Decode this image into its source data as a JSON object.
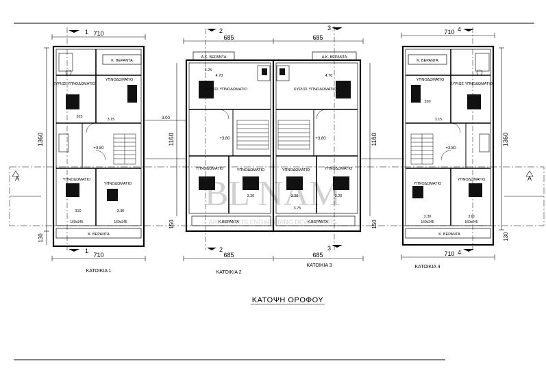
{
  "drawing_title": "ΚΑΤΟΨΗ ΟΡΟΦΟΥ",
  "watermark": "BL NAM",
  "watermark_sub": "ARCHITECTS ENGINEERING DEVELOPERS",
  "section_marks": {
    "one": "1",
    "two": "2",
    "three": "3",
    "four": "4",
    "a": "A"
  },
  "units": [
    {
      "label": "ΚΑΤΟΙΚΙΑ 1",
      "width_dim": "710",
      "depth_dim": "1360",
      "bottom_dim": "130",
      "veranda_top": "Κ. ΒΕΡΑΝΤΑ",
      "veranda_bottom": "Κ. ΒΕΡΑΝΤΑ",
      "master": "ΚΥΡΙΩΣ ΥΠΝΟΔΩΜΑΤΙΟ",
      "bed_top": "ΥΠΝΟΔΩΜΑΤΙΟ",
      "bed_bottom_left": "ΥΠΝΟΔΩΜΑΤΙΟ",
      "bed_bottom_right": "ΥΠΝΟΔΩΜΑΤΙΟ",
      "level": "+3.80",
      "opening1": "160x245",
      "opening2": "160x245",
      "d1": "325",
      "d2": "3.15",
      "d3": "310",
      "d4": "3.30"
    },
    {
      "label": "ΚΑΤΟΙΚΙΑ 2",
      "width_dim": "685",
      "depth_dim": "1160",
      "bottom_dim": "150",
      "veranda_top": "Α.Κ. ΒΕΡΑΝΤΑ",
      "veranda_bottom": "Κ.ΒΕΡΑΝΤΑ",
      "master": "ΚΥΡΙΩΣ ΥΠΝΟΔΩΜΑΤΙΟ",
      "bed_bottom_left": "ΥΠΝΟΔΩΜΑΤΙΟ",
      "bed_bottom_right": "ΥΠΝΟΔΩΜΑΤΙΟ",
      "level": "+3.80",
      "d1": "3.25",
      "d2": "4.70",
      "d3": "3.00",
      "d4": "3.20"
    },
    {
      "label": "ΚΑΤΟΙΚΙΑ 3",
      "width_dim": "685",
      "depth_dim": "1160",
      "bottom_dim": "150",
      "veranda_top": "Α.Κ. ΒΕΡΑΝΤΑ",
      "veranda_bottom": "Κ.ΒΕΡΑΝΤΑ",
      "master": "ΚΥΡΙΩΣ ΥΠΝΟΔΩΜΑΤΙΟ",
      "bed_bottom_left": "ΥΠΝΟΔΩΜΑΤΙΟ",
      "bed_bottom_right": "ΥΠΝΟΔΩΜΑΤΙΟ",
      "level": "+3.80",
      "d1": "4.70",
      "d2": "3.20",
      "d3": "3.75",
      "d4": "3.20"
    },
    {
      "label": "ΚΑΤΟΙΚΙΑ 4",
      "width_dim": "710",
      "depth_dim": "1360",
      "bottom_dim": "130",
      "veranda_top": "Κ. ΒΕΡΑΝΤΑ",
      "veranda_bottom": "Κ. ΒΕΡΑΝΤΑ",
      "master": "ΚΥΡΙΩΣ ΥΠΝΟΔΩΜΑΤΙΟ",
      "bed_top": "ΥΠΝΟΔΩΜΑΤΙΟ",
      "bed_bottom_left": "ΥΠΝΟΔΩΜΑΤΙΟ",
      "bed_bottom_right": "ΥΠΝΟΔΩΜΑΤΙΟ",
      "level": "+3.80",
      "opening1": "160x245",
      "opening2": "160x245",
      "d1": "330",
      "d2": "3.15",
      "d3": "3.30",
      "d4": "310"
    }
  ]
}
